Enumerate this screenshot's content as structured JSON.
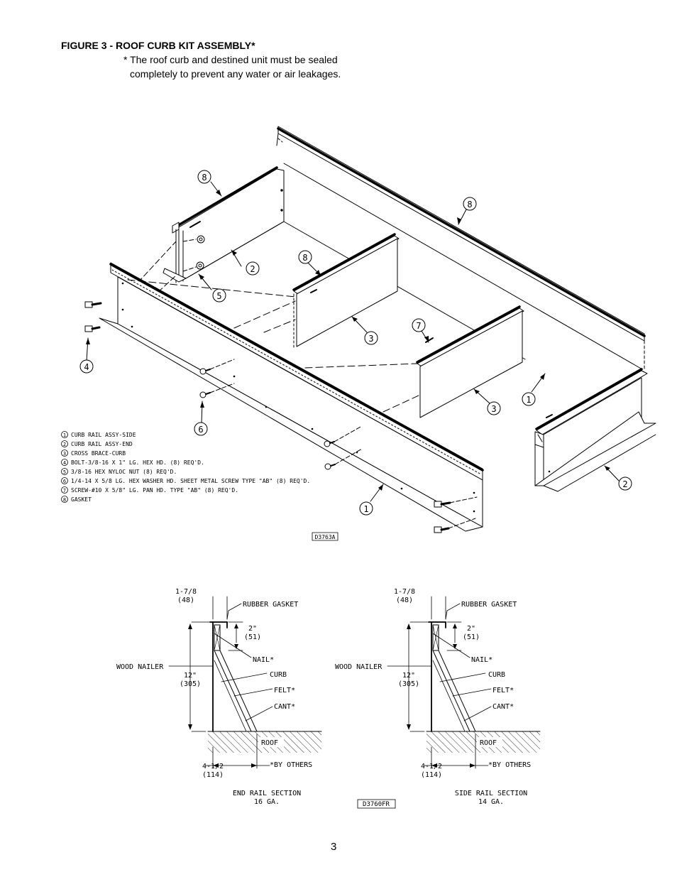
{
  "figure": {
    "title": "FIGURE 3 - ROOF CURB KIT ASSEMBLY*",
    "note_line1": "* The roof curb and destined unit must be sealed",
    "note_line2": "completely to prevent any water or air leakages."
  },
  "assembly": {
    "drawing_id": "D3763A",
    "callouts": [
      "8",
      "8",
      "8",
      "2",
      "5",
      "3",
      "7",
      "4",
      "1",
      "3",
      "6",
      "2",
      "1"
    ],
    "legend": [
      {
        "num": "1",
        "text": "CURB RAIL ASSY-SIDE"
      },
      {
        "num": "2",
        "text": "CURB RAIL ASSY-END"
      },
      {
        "num": "3",
        "text": "CROSS BRACE-CURB"
      },
      {
        "num": "4",
        "text": "BOLT-3/8-16 X 1\" LG. HEX HD. (8) REQ'D."
      },
      {
        "num": "5",
        "text": "3/8-16 HEX NYLOC NUT (8) REQ'D."
      },
      {
        "num": "6",
        "text": "1/4-14 X 5/8 LG. HEX WASHER HD. SHEET METAL SCREW TYPE \"AB\" (8) REQ'D."
      },
      {
        "num": "7",
        "text": "SCREW-#10 X 5/8\" LG. PAN HD. TYPE \"AB\" (8) REQ'D."
      },
      {
        "num": "8",
        "text": "GASKET"
      }
    ]
  },
  "sections": {
    "drawing_id": "D3760FR",
    "views": [
      {
        "top_dim": "1-7/8",
        "top_dim_mm": "(48)",
        "gasket": "RUBBER GASKET",
        "gasket_dim": "2\"",
        "gasket_dim_mm": "(51)",
        "nail": "NAIL*",
        "wood": "WOOD NAILER",
        "height": "12\"",
        "height_mm": "(305)",
        "curb": "CURB",
        "felt": "FELT*",
        "cant": "CANT*",
        "roof": "ROOF",
        "bottom_dim": "4-1/2",
        "bottom_dim_mm": "(114)",
        "by_others": "*BY OTHERS",
        "caption1": "END RAIL SECTION",
        "caption2": "16 GA."
      },
      {
        "top_dim": "1-7/8",
        "top_dim_mm": "(48)",
        "gasket": "RUBBER GASKET",
        "gasket_dim": "2\"",
        "gasket_dim_mm": "(51)",
        "nail": "NAIL*",
        "wood": "WOOD NAILER",
        "height": "12\"",
        "height_mm": "(305)",
        "curb": "CURB",
        "felt": "FELT*",
        "cant": "CANT*",
        "roof": "ROOF",
        "bottom_dim": "4-1/2",
        "bottom_dim_mm": "(114)",
        "by_others": "*BY OTHERS",
        "caption1": "SIDE RAIL SECTION",
        "caption2": "14 GA."
      }
    ]
  },
  "page_number": "3"
}
